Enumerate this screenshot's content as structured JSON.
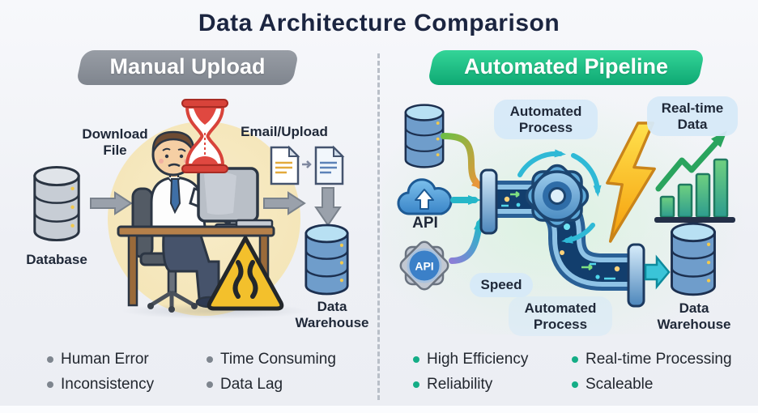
{
  "title": "Data Architecture Comparison",
  "left": {
    "banner": "Manual Upload",
    "source_label": "Database",
    "step1_label": "Download File",
    "step2_label": "Email/Upload",
    "warehouse_label": "Data Warehouse",
    "cons": [
      [
        "Human Error",
        "Inconsistency"
      ],
      [
        "Time Consuming",
        "Data Lag"
      ]
    ]
  },
  "right": {
    "banner": "Automated Pipeline",
    "process_top_label": "Automated Process",
    "realtime_label": "Real-time Data",
    "api_cloud_label": "API",
    "api_gear_label": "API",
    "speed_label": "Speed",
    "process_bottom_label": "Automated Process",
    "warehouse_label": "Data Warehouse",
    "pros": [
      [
        "High Efficiency",
        "Reliability"
      ],
      [
        "Real-time Processing",
        "Scaleable"
      ]
    ]
  },
  "icons": {
    "left": [
      "database-icon",
      "arrow-right-icon",
      "hourglass-icon",
      "person-at-desk-illustration",
      "document-transfer-icon",
      "arrow-right-icon",
      "arrow-down-icon",
      "warning-triangle-icon",
      "data-warehouse-icon"
    ],
    "right": [
      "database-icon",
      "cloud-api-upload-icon",
      "gear-api-icon",
      "pipeline-illustration",
      "gear-icon",
      "lightning-icon",
      "growth-chart-icon",
      "data-warehouse-icon"
    ]
  },
  "colors": {
    "title_text": "#1b2540",
    "manual_banner": "#8b9199",
    "automated_banner": "#18b981",
    "label_pill": "#d9e9f7",
    "bullet_gray": "#7e858e",
    "bullet_green": "#14ad86",
    "warning_yellow": "#f3c02c",
    "hourglass_red": "#d8433a",
    "pipe_blue": "#2a6096",
    "database_gray": "#c7cdd5",
    "database_blue": "#6f9dcb",
    "lightning_yellow": "#ffcf33",
    "chart_green": "#3fae68",
    "background": "#eef0f5"
  }
}
